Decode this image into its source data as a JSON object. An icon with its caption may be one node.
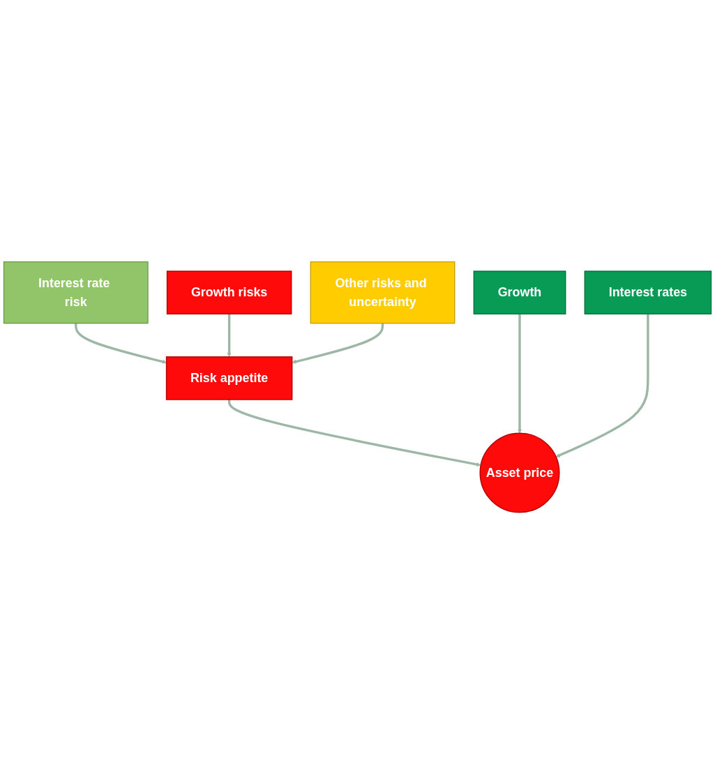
{
  "diagram": {
    "nodes": [
      {
        "text": [
          "Interest rate risk"
        ]
      },
      {
        "text": [
          "Growth risks"
        ]
      },
      {
        "text": [
          "Other risks and uncertainty"
        ]
      },
      {
        "text": [
          "Risk appetite"
        ]
      },
      {
        "text": [
          "Growth"
        ]
      },
      {
        "text": [
          "Interest rates"
        ]
      },
      {
        "text": [
          "Asset price"
        ]
      }
    ],
    "edges": [
      {
        "from": 0,
        "to": 3,
        "arrow": "to"
      },
      {
        "from": 1,
        "to": 3,
        "arrow": "to"
      },
      {
        "from": 2,
        "to": 3,
        "arrow": "to"
      },
      {
        "from": 3,
        "to": 6,
        "arrow": "to"
      },
      {
        "from": 4,
        "to": 6,
        "arrow": "to"
      },
      {
        "from": 5,
        "to": 6,
        "arrow": "to"
      }
    ]
  }
}
